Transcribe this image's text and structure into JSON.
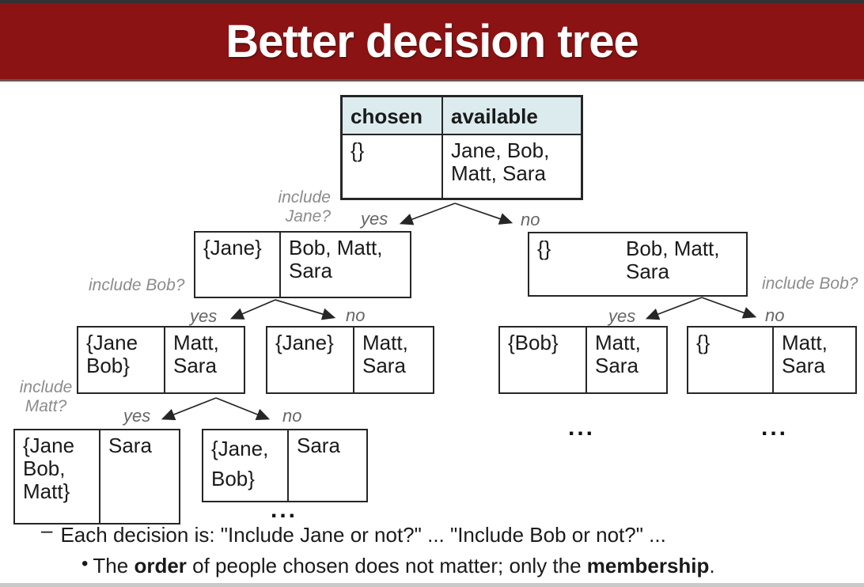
{
  "title": "Better decision tree",
  "colors": {
    "banner": "#8C1313",
    "table_header_bg": "#DCEBEE"
  },
  "table_headers": {
    "chosen": "chosen",
    "available": "available"
  },
  "tree": {
    "root": {
      "chosen": "{}",
      "available": "Jane, Bob,\nMatt, Sara"
    },
    "jane_yes": {
      "chosen": "{Jane}",
      "available": "Bob, Matt,\nSara"
    },
    "jane_no": {
      "chosen": "{}",
      "available": "Bob, Matt,\nSara"
    },
    "bob_yes_l": {
      "chosen": "{Jane\nBob}",
      "available": "Matt,\nSara"
    },
    "bob_no_l": {
      "chosen": "{Jane}",
      "available": "Matt,\nSara"
    },
    "bob_yes_r": {
      "chosen": "{Bob}",
      "available": "Matt,\nSara"
    },
    "bob_no_r": {
      "chosen": "{}",
      "available": "Matt,\nSara"
    },
    "matt_yes": {
      "chosen": "{Jane\nBob,\nMatt}",
      "available": "Sara"
    },
    "matt_no": {
      "chosen": "{Jane,\nBob}",
      "available": "Sara"
    }
  },
  "branch_labels": {
    "include_jane": "include Jane?",
    "include_bob": "include Bob?",
    "include_matt": "include\nMatt?",
    "yes": "yes",
    "no": "no"
  },
  "ellipsis": "...",
  "notes": {
    "dash": "–",
    "line1": "Each decision is: \"Include Jane or not?\" ... \"Include Bob or not?\" ...",
    "bullet": "•",
    "line2_pre": "The ",
    "line2_bold1": "order",
    "line2_mid": " of people chosen does not matter; only the ",
    "line2_bold2": "membership",
    "line2_end": "."
  }
}
